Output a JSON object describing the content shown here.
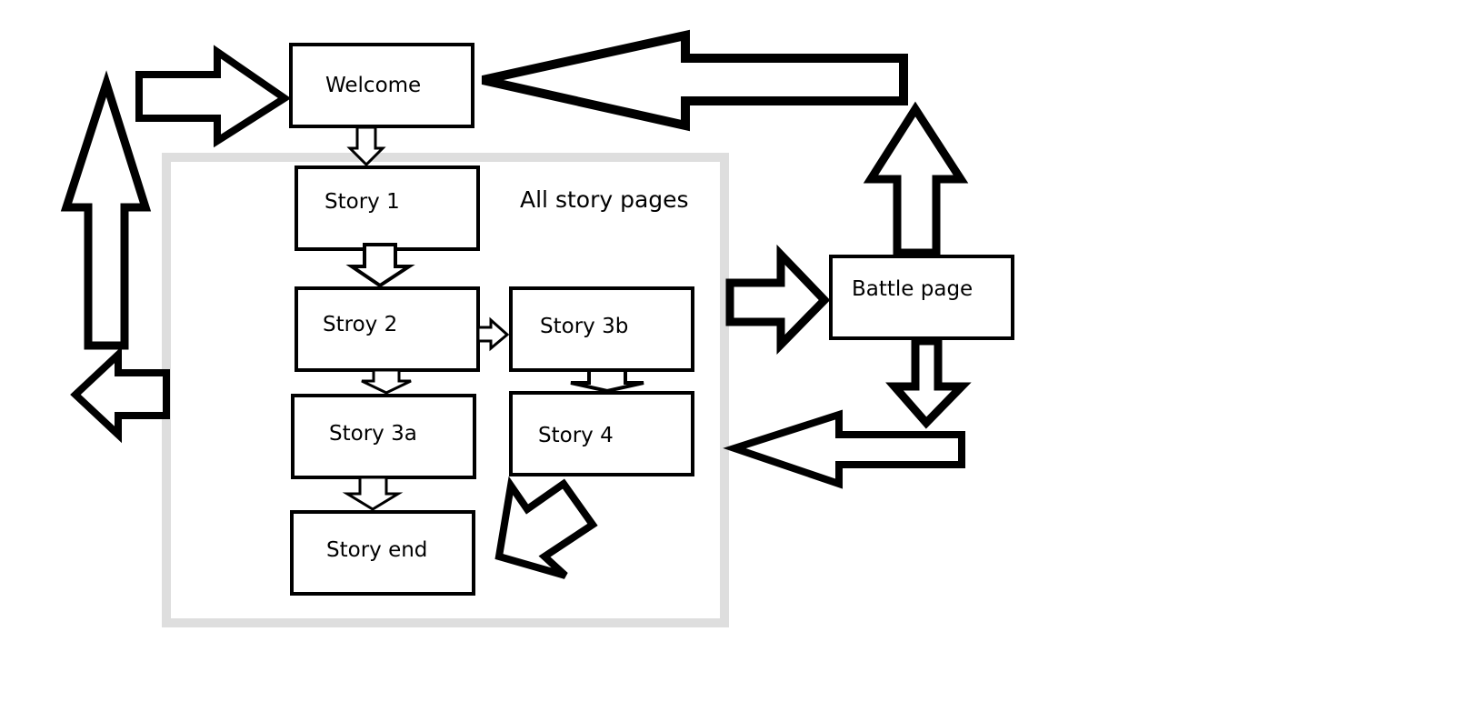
{
  "diagram": {
    "group_label": "All story pages",
    "nodes": {
      "welcome": "Welcome",
      "story1": "Story 1",
      "story2": "Stroy 2",
      "story3b": "Story 3b",
      "story3a": "Story 3a",
      "story4": "Story 4",
      "story_end": "Story end",
      "battle": "Battle page"
    },
    "colors": {
      "stroke": "#000000",
      "group_border": "#dedede",
      "background": "#ffffff"
    }
  }
}
